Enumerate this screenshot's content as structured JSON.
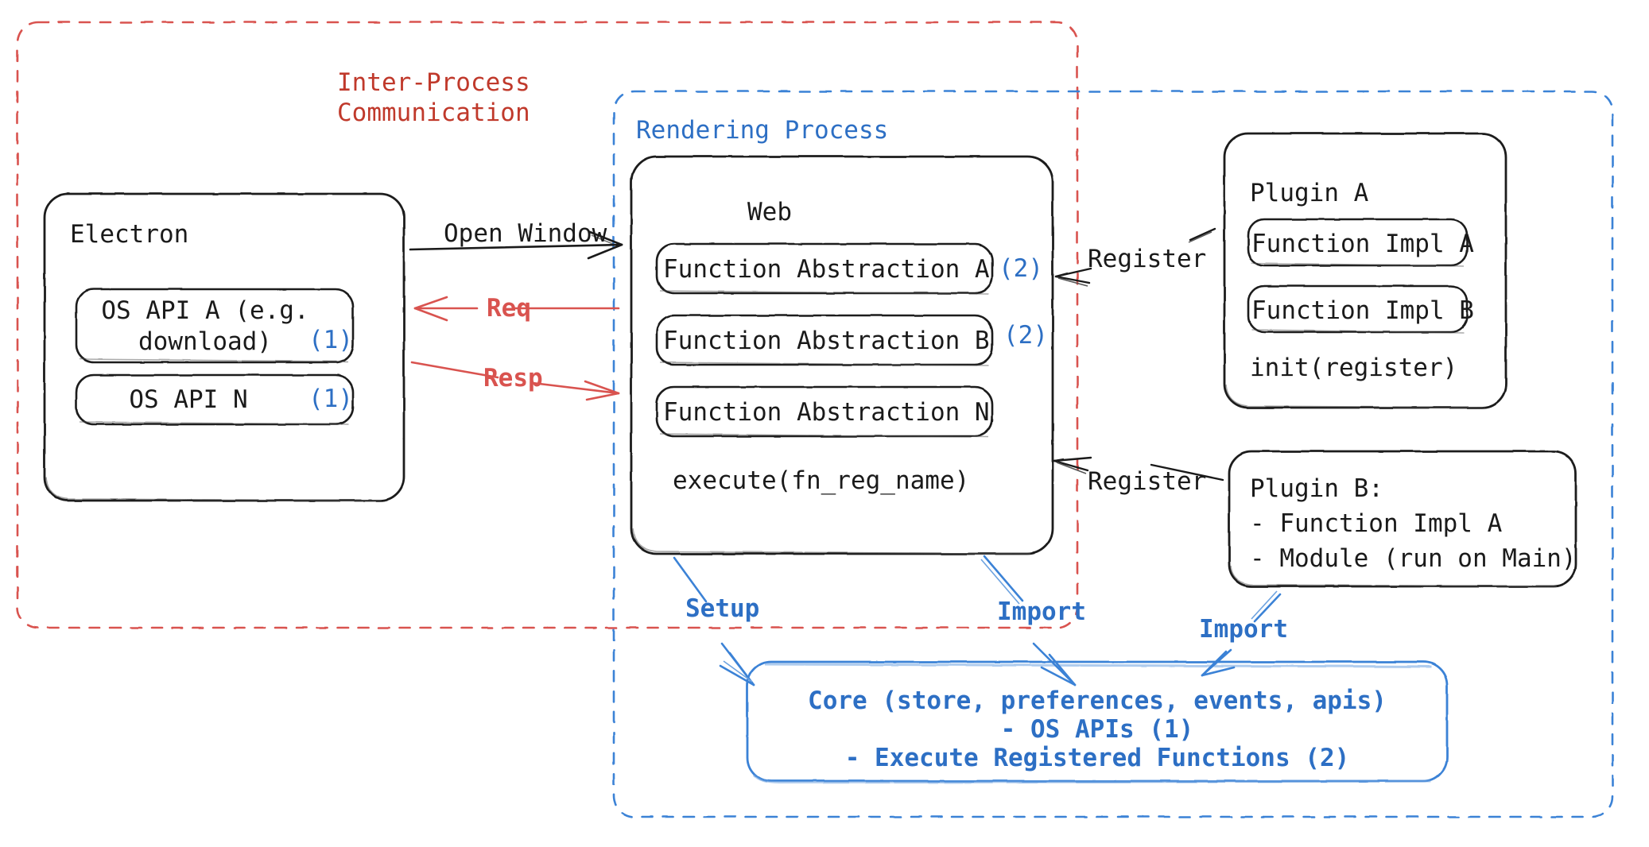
{
  "diagram": {
    "title": "Electron plugin architecture",
    "colors": {
      "ipc_red": "#c0392b",
      "arrow_red": "#d9534f",
      "process_blue": "#2d6fc4",
      "ink_black": "#1a1a1a",
      "background": "#ffffff"
    },
    "groups": [
      {
        "id": "ipc",
        "label": "Inter-Process\nCommunication",
        "style": "dashed",
        "color": "#c0392b"
      },
      {
        "id": "rendering",
        "label": "Rendering Process",
        "style": "dashed",
        "color": "#2d6fc4"
      }
    ],
    "nodes": {
      "electron": {
        "title": "Electron",
        "children": [
          {
            "label": "OS API A (e.g.\ndownload)",
            "tag": "(1)"
          },
          {
            "label": "OS API N",
            "tag": "(1)"
          }
        ]
      },
      "web": {
        "title": "Web",
        "children": [
          {
            "label": "Function Abstraction A",
            "tag": "(2)"
          },
          {
            "label": "Function Abstraction B",
            "tag": "(2)"
          },
          {
            "label": "Function Abstraction N",
            "tag": ""
          }
        ],
        "footer": "execute(fn_reg_name)"
      },
      "plugin_a": {
        "title": "Plugin A",
        "children": [
          {
            "label": "Function Impl A"
          },
          {
            "label": "Function Impl B"
          }
        ],
        "footer": "init(register)"
      },
      "plugin_b": {
        "lines": [
          "Plugin B:",
          "- Function Impl A",
          "- Module (run on Main)"
        ]
      },
      "core": {
        "lines": [
          "Core (store, preferences, events, apis)",
          "- OS APIs (1)",
          "- Execute Registered Functions (2)"
        ]
      }
    },
    "edges": [
      {
        "id": "open-window",
        "label": "Open Window",
        "color": "#1a1a1a",
        "from": "electron",
        "to": "web"
      },
      {
        "id": "req",
        "label": "Req",
        "color": "#d9534f",
        "from": "web",
        "to": "electron"
      },
      {
        "id": "resp",
        "label": "Resp",
        "color": "#d9534f",
        "from": "electron",
        "to": "web"
      },
      {
        "id": "register-a",
        "label": "Register",
        "color": "#1a1a1a",
        "from": "plugin_a",
        "to": "web"
      },
      {
        "id": "register-b",
        "label": "Register",
        "color": "#1a1a1a",
        "from": "plugin_b",
        "to": "web"
      },
      {
        "id": "setup",
        "label": "Setup",
        "color": "#2d6fc4",
        "from": "web",
        "to": "core"
      },
      {
        "id": "import-web",
        "label": "Import",
        "color": "#2d6fc4",
        "from": "web",
        "to": "core"
      },
      {
        "id": "import-plugin",
        "label": "Import",
        "color": "#2d6fc4",
        "from": "plugin_b",
        "to": "core"
      }
    ]
  }
}
